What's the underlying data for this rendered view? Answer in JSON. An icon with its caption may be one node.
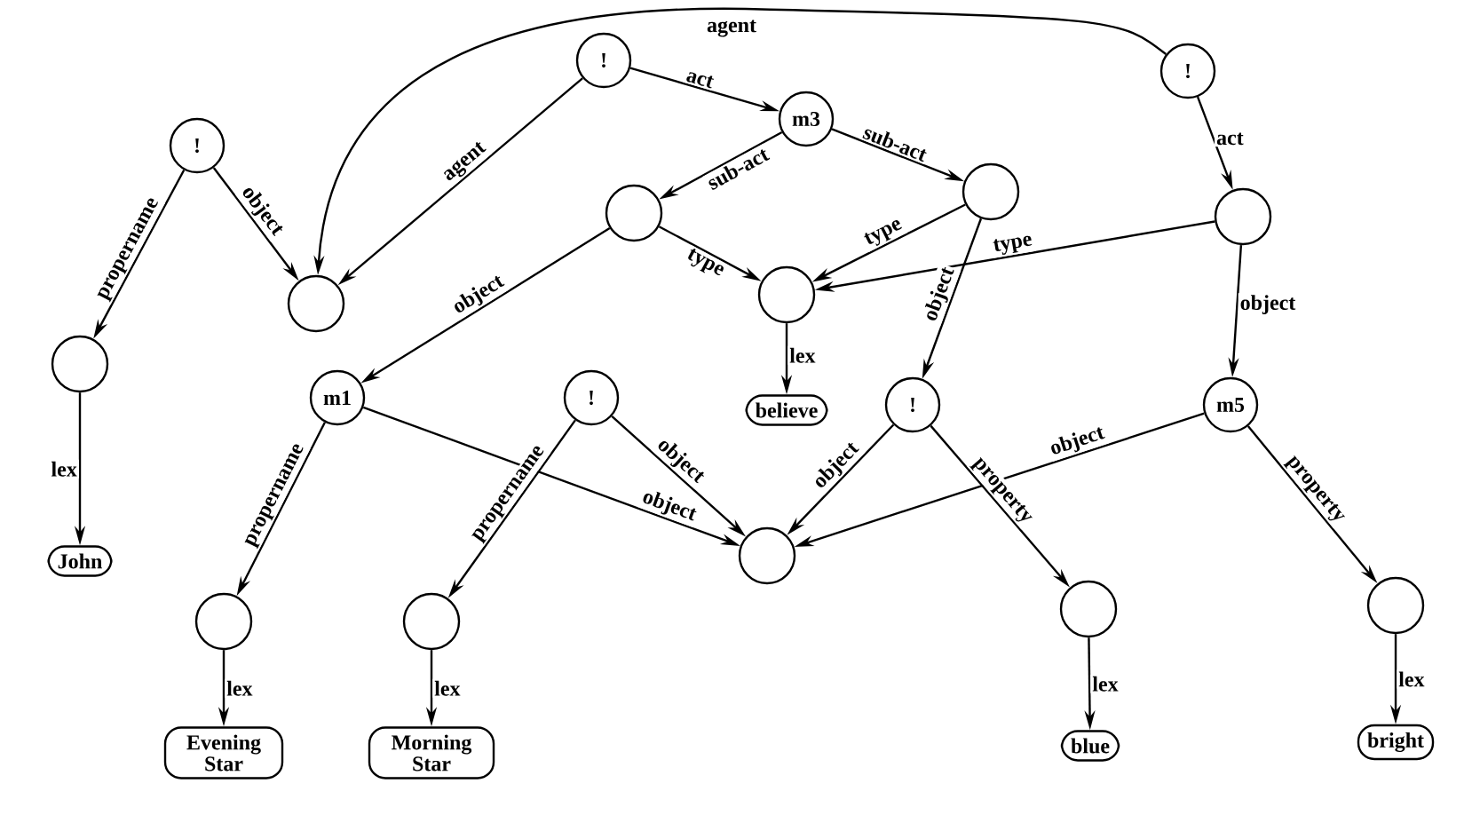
{
  "diagram": {
    "nodes": [
      {
        "text": [
          "!"
        ]
      },
      {
        "text": [
          "!"
        ]
      },
      {
        "text": [
          "m3"
        ]
      },
      {
        "text": [
          "!"
        ]
      },
      {
        "text": [],
        "shape": "circle"
      },
      {
        "text": [],
        "shape": "circle"
      },
      {
        "text": [],
        "shape": "circle"
      },
      {
        "text": [],
        "shape": "circle"
      },
      {
        "text": [],
        "shape": "circle"
      },
      {
        "text": [],
        "shape": "circle"
      },
      {
        "text": [
          "believe"
        ]
      },
      {
        "text": [
          "John"
        ]
      },
      {
        "text": [
          "m1"
        ]
      },
      {
        "text": [
          "!"
        ]
      },
      {
        "text": [
          "!"
        ]
      },
      {
        "text": [
          "m5"
        ]
      },
      {
        "text": [],
        "shape": "circle"
      },
      {
        "text": [],
        "shape": "circle"
      },
      {
        "text": [],
        "shape": "circle"
      },
      {
        "text": [],
        "shape": "circle"
      },
      {
        "text": [],
        "shape": "circle"
      },
      {
        "text": [
          "Evening Star"
        ]
      },
      {
        "text": [
          "Morning Star"
        ]
      },
      {
        "text": [
          "blue"
        ]
      },
      {
        "text": [
          "bright"
        ]
      }
    ],
    "edges": [
      {
        "from": 0,
        "to": 4,
        "arrow": "to",
        "label": "propername"
      },
      {
        "from": 0,
        "to": 5,
        "arrow": "to",
        "label": "object"
      },
      {
        "from": 1,
        "to": 5,
        "arrow": "to",
        "label": "agent"
      },
      {
        "from": 1,
        "to": 2,
        "arrow": "to",
        "label": "act"
      },
      {
        "from": 3,
        "to": 5,
        "arrow": "to",
        "label": "agent"
      },
      {
        "from": 3,
        "to": 8,
        "arrow": "to",
        "label": "act"
      },
      {
        "from": 2,
        "to": 6,
        "arrow": "to",
        "label": "sub-act"
      },
      {
        "from": 2,
        "to": 7,
        "arrow": "to",
        "label": "sub-act"
      },
      {
        "from": 6,
        "to": 9,
        "arrow": "to",
        "label": "type"
      },
      {
        "from": 7,
        "to": 9,
        "arrow": "to",
        "label": "type"
      },
      {
        "from": 8,
        "to": 9,
        "arrow": "to",
        "label": "type"
      },
      {
        "from": 6,
        "to": 12,
        "arrow": "to",
        "label": "object"
      },
      {
        "from": 7,
        "to": 14,
        "arrow": "to",
        "label": "object"
      },
      {
        "from": 8,
        "to": 15,
        "arrow": "to",
        "label": "object"
      },
      {
        "from": 9,
        "to": 10,
        "arrow": "to",
        "label": "lex"
      },
      {
        "from": 4,
        "to": 11,
        "arrow": "to",
        "label": "lex"
      },
      {
        "from": 12,
        "to": 17,
        "arrow": "to",
        "label": "propername"
      },
      {
        "from": 12,
        "to": 16,
        "arrow": "to",
        "label": "object"
      },
      {
        "from": 13,
        "to": 18,
        "arrow": "to",
        "label": "propername"
      },
      {
        "from": 13,
        "to": 16,
        "arrow": "to",
        "label": "object"
      },
      {
        "from": 14,
        "to": 16,
        "arrow": "to",
        "label": "object"
      },
      {
        "from": 14,
        "to": 19,
        "arrow": "to",
        "label": "property"
      },
      {
        "from": 15,
        "to": 16,
        "arrow": "to",
        "label": "object"
      },
      {
        "from": 15,
        "to": 20,
        "arrow": "to",
        "label": "property"
      },
      {
        "from": 17,
        "to": 21,
        "arrow": "to",
        "label": "lex"
      },
      {
        "from": 18,
        "to": 22,
        "arrow": "to",
        "label": "lex"
      },
      {
        "from": 19,
        "to": 23,
        "arrow": "to",
        "label": "lex"
      },
      {
        "from": 20,
        "to": 24,
        "arrow": "to",
        "label": "lex"
      }
    ]
  }
}
